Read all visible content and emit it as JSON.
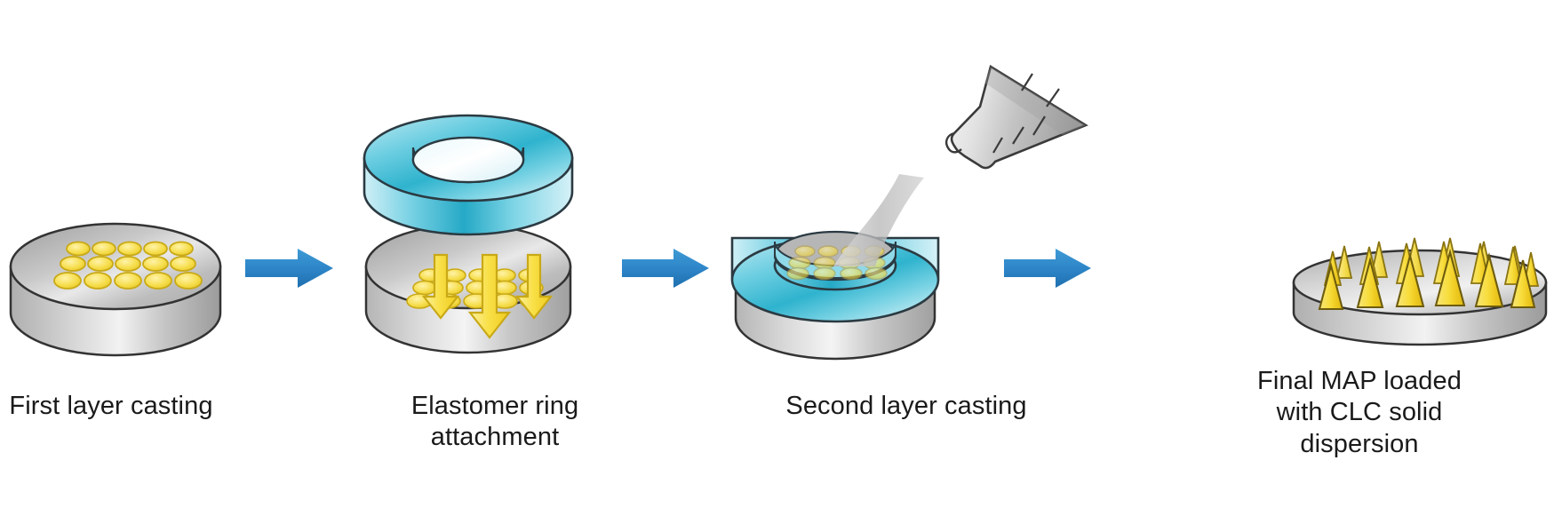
{
  "figure": {
    "type": "process-diagram",
    "title": "Microneedle array patch (MAP) fabrication workflow",
    "background_color": "#ffffff",
    "arrow_color": "#2E86C8",
    "elastomer_color": "#4FC3DD",
    "needle_color": "#F2D43C",
    "mold_color": "#BFBFBF"
  },
  "steps": [
    {
      "id": "first-layer-casting",
      "label": "First layer casting",
      "object": "mold-disc-with-cavities",
      "cavity_rows": 3,
      "cavity_cols": 5,
      "cavity_count": 15
    },
    {
      "id": "elastomer-ring-attachment",
      "label": "Elastomer ring\nattachment",
      "object": "elastomer-ring-above-mold",
      "down_arrows": 3
    },
    {
      "id": "second-layer-casting",
      "label": "Second layer casting",
      "object": "beaker-pouring-into-ringed-mold",
      "beaker_graduations": 5
    },
    {
      "id": "final-map",
      "label": "Final MAP loaded\nwith CLC solid\ndispersion",
      "object": "microneedle-array-patch",
      "needle_rows": 3,
      "needle_cols": 7,
      "needle_count": 21
    }
  ],
  "arrows": [
    {
      "id": "arrow-1",
      "direction": "right",
      "between": "first-layer-casting → elastomer-ring-attachment"
    },
    {
      "id": "arrow-2",
      "direction": "right",
      "between": "elastomer-ring-attachment → second-layer-casting"
    },
    {
      "id": "arrow-3",
      "direction": "right",
      "between": "second-layer-casting → final-map"
    }
  ]
}
